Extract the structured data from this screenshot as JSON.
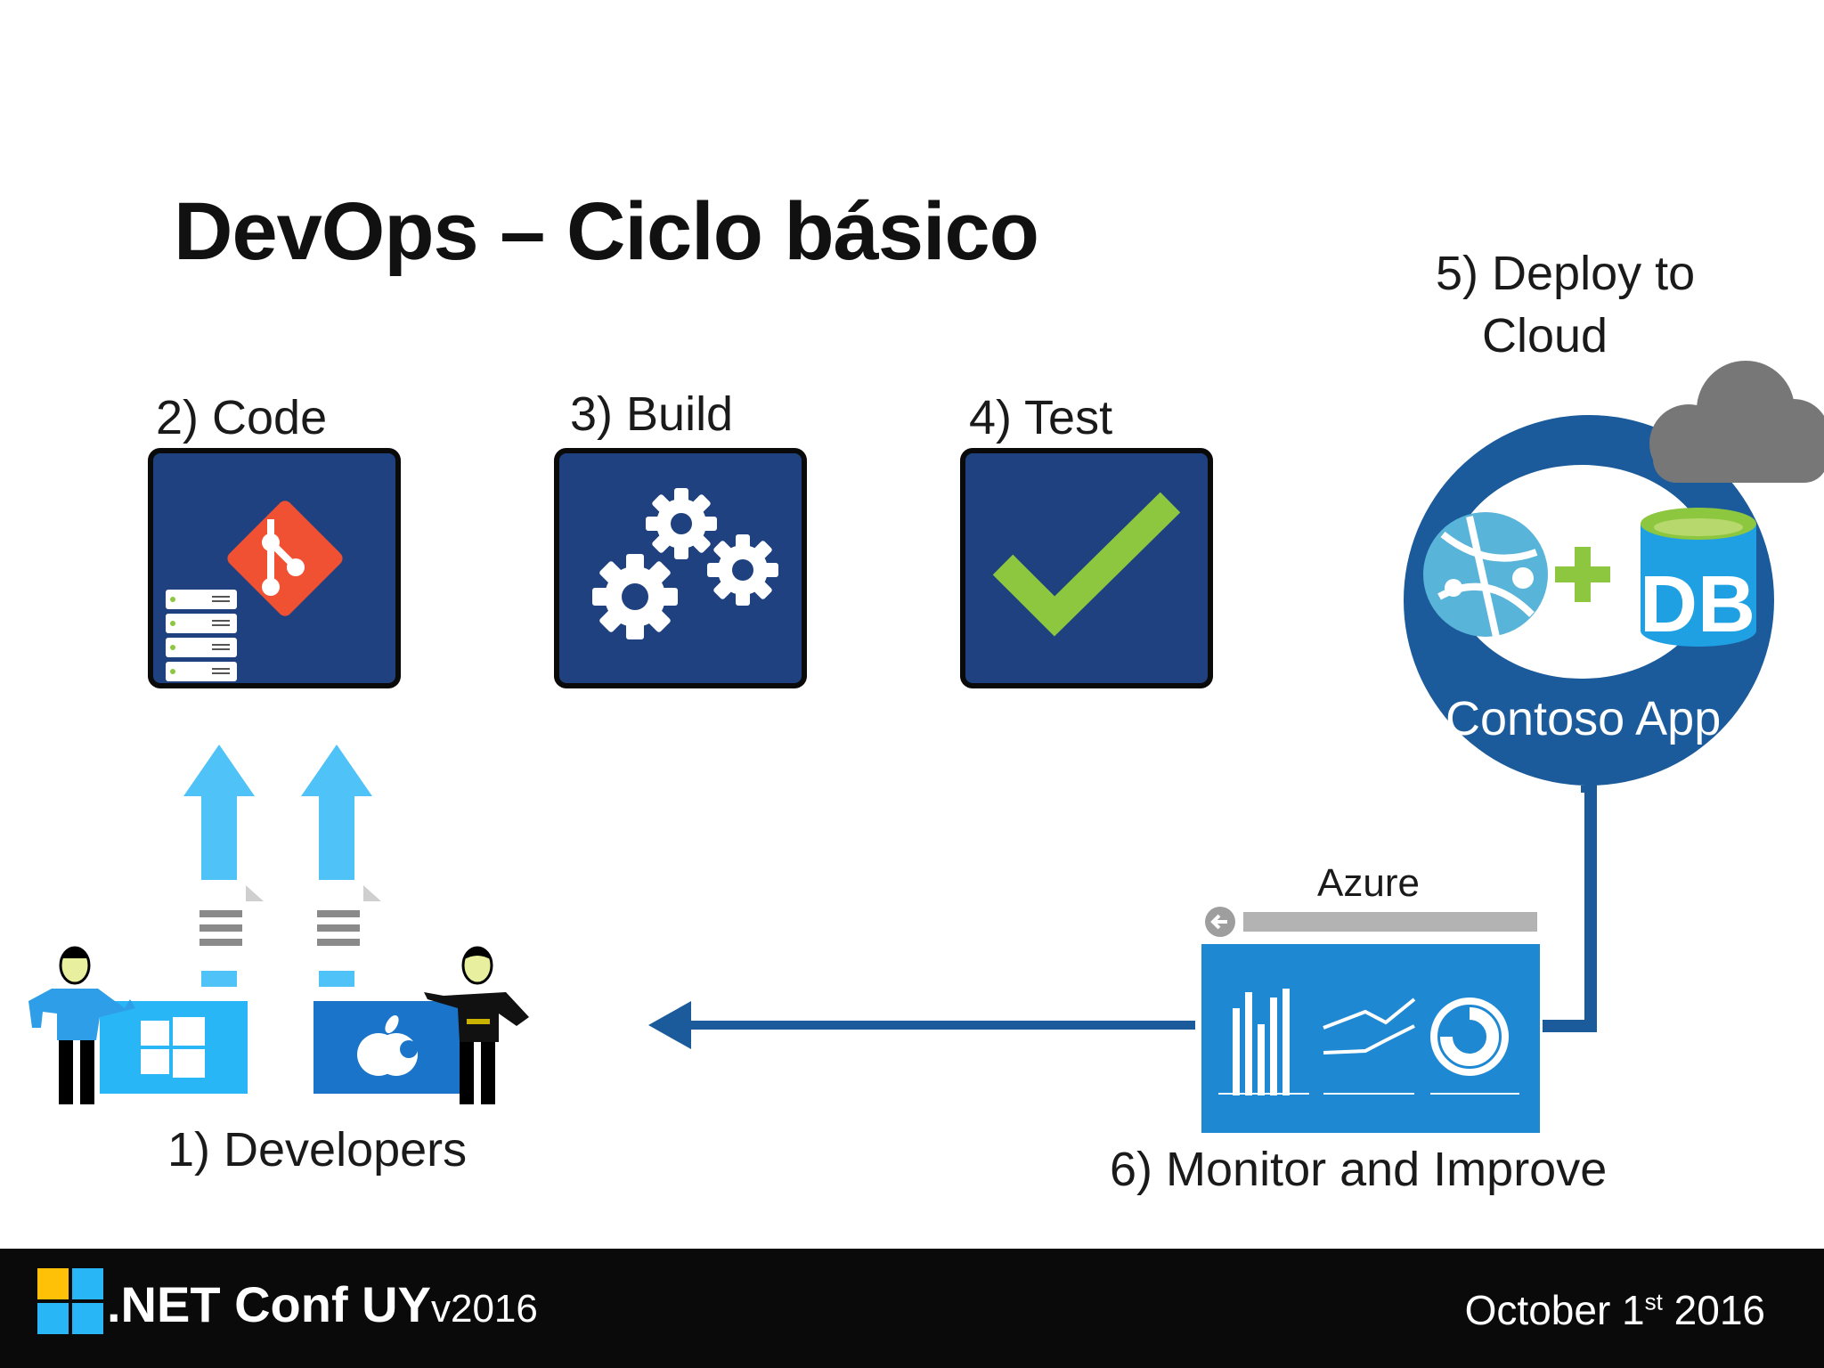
{
  "title": "DevOps – Ciclo básico",
  "steps": {
    "code": "2) Code",
    "build": "3) Build",
    "test": "4) Test",
    "deploy_line1": "5) Deploy to",
    "deploy_line2": "Cloud",
    "developers": "1) Developers",
    "monitor": "6) Monitor and Improve"
  },
  "cloud_app": {
    "name": "Contoso App",
    "db_label": "DB"
  },
  "monitor_panel": {
    "header": "Azure"
  },
  "footer": {
    "brand": ".NET Conf UY",
    "version": "v2016",
    "date_prefix": "October 1",
    "date_sup": "st",
    "date_suffix": " 2016"
  },
  "colors": {
    "tile_blue": "#1f4180",
    "azure_blue": "#1e88d3",
    "arrow_blue": "#1d5a9c",
    "light_blue": "#4fc3f7",
    "check_green": "#8dc63f",
    "git_red": "#f05133",
    "cloud_gray": "#7a7a7a",
    "footer_bg": "#0a0a0a"
  }
}
